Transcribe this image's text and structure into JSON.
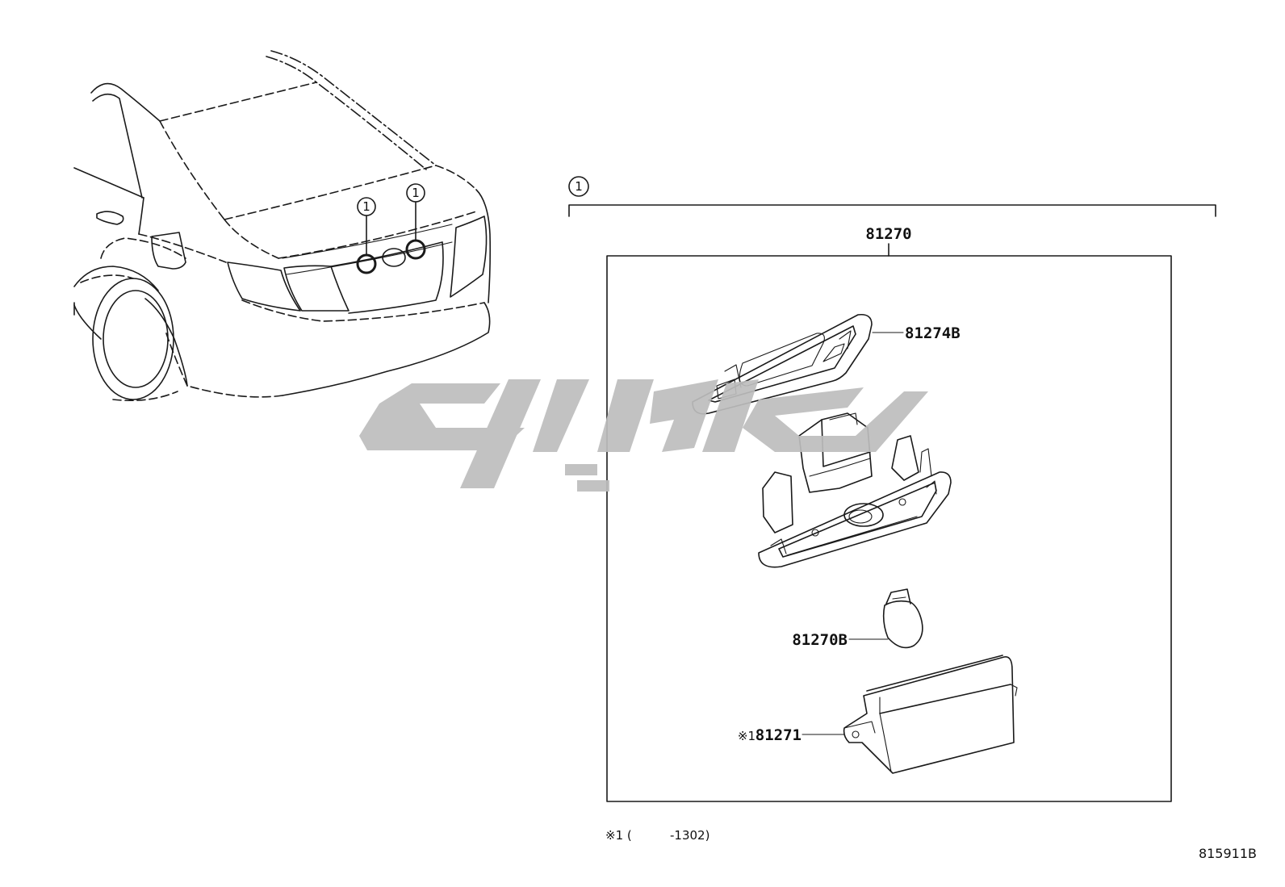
{
  "callout_symbol": "1",
  "assembly": {
    "part_no": "81270"
  },
  "parts": [
    {
      "id": "gasket",
      "part_no": "81274B"
    },
    {
      "id": "bulb",
      "part_no": "81270B"
    },
    {
      "id": "lens",
      "prefix": "※1",
      "part_no": "81271"
    }
  ],
  "footnote": {
    "mark": "※1 (",
    "value": "-1302)"
  },
  "diagram_code": "815911B",
  "watermark_color": "#bdbdbd"
}
